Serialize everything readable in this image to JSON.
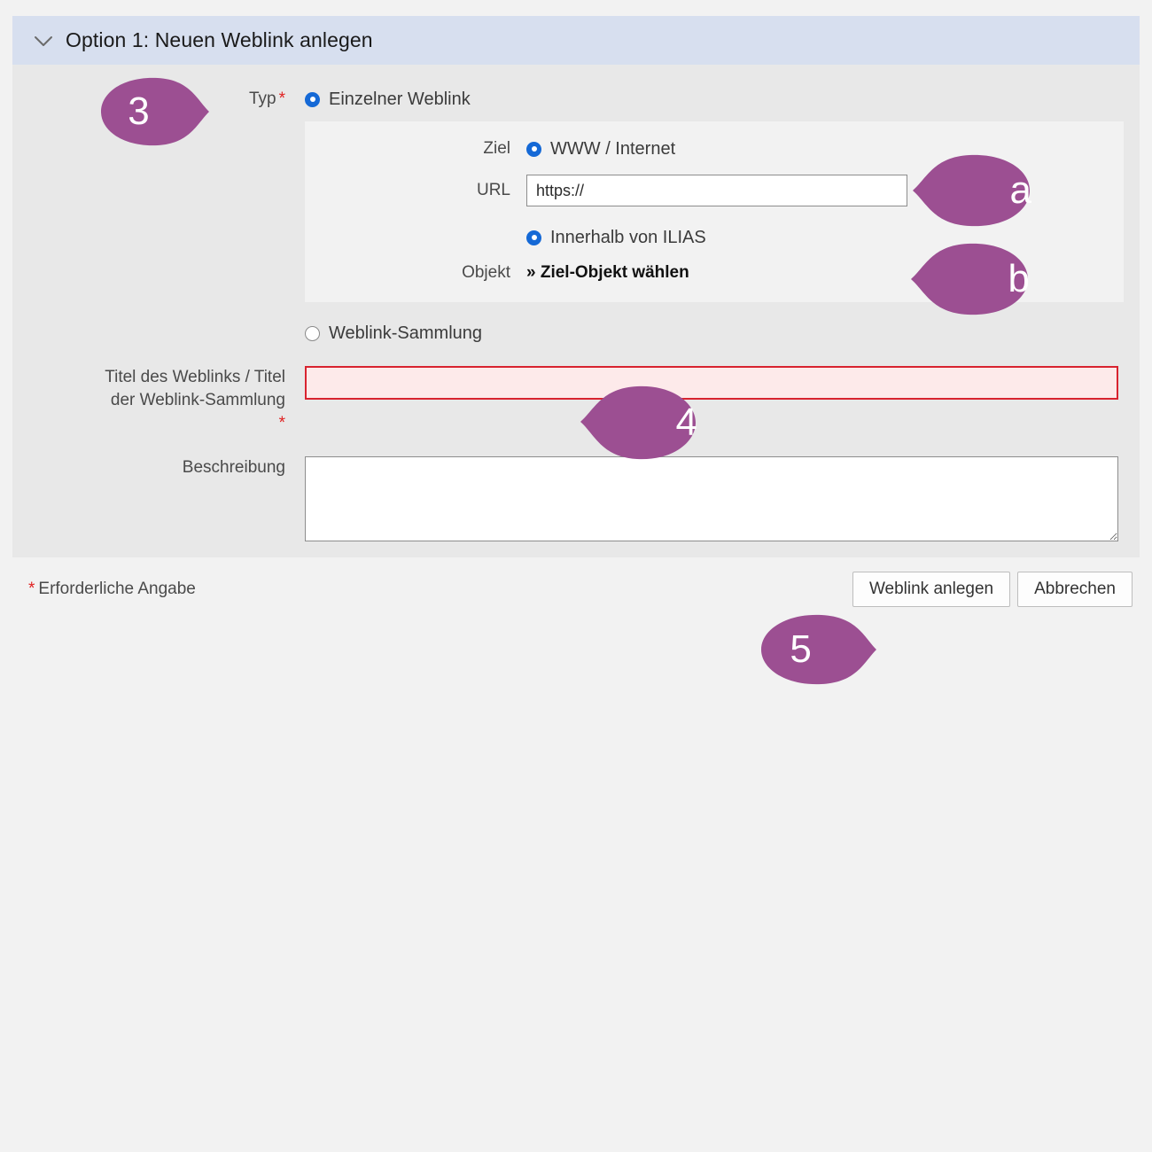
{
  "page": {
    "background_color": "#f2f2f2",
    "form_background_color": "#e8e8e8",
    "header_background_color": "#d7dfef",
    "accent_callout_color": "#9c4f92",
    "radio_selected_color": "#1569d6",
    "error_border_color": "#d8232f",
    "error_fill_color": "#fdeaea",
    "required_marker_color": "#e02020"
  },
  "section": {
    "collapse_icon": "chevron-down-icon",
    "title": "Option 1: Neuen Weblink anlegen"
  },
  "fields": {
    "typ": {
      "label": "Typ",
      "required_marker": "*",
      "options": [
        {
          "label": "Einzelner Weblink",
          "selected": true
        },
        {
          "label": "Weblink-Sammlung",
          "selected": false
        }
      ]
    },
    "ziel": {
      "label": "Ziel",
      "options": [
        {
          "label": "WWW / Internet",
          "selected": true
        },
        {
          "label": "Innerhalb von ILIAS",
          "selected": true
        }
      ]
    },
    "url": {
      "label": "URL",
      "value": "https://",
      "placeholder": ""
    },
    "objekt": {
      "label": "Objekt",
      "link_text": "» Ziel-Objekt wählen"
    },
    "titel": {
      "label_line1": "Titel des Weblinks / Titel",
      "label_line2": "der Weblink-Sammlung",
      "required_marker": "*",
      "value": "",
      "placeholder": ""
    },
    "beschreibung": {
      "label": "Beschreibung",
      "value": "",
      "placeholder": ""
    }
  },
  "footer": {
    "required_marker": "*",
    "required_note": "Erforderliche Angabe",
    "submit_label": "Weblink anlegen",
    "cancel_label": "Abbrechen"
  },
  "callouts": [
    {
      "id": "callout-3",
      "text": "3",
      "direction": "right"
    },
    {
      "id": "callout-a",
      "text": "a",
      "direction": "left"
    },
    {
      "id": "callout-b",
      "text": "b",
      "direction": "left"
    },
    {
      "id": "callout-4",
      "text": "4",
      "direction": "left"
    },
    {
      "id": "callout-5",
      "text": "5",
      "direction": "right"
    }
  ]
}
